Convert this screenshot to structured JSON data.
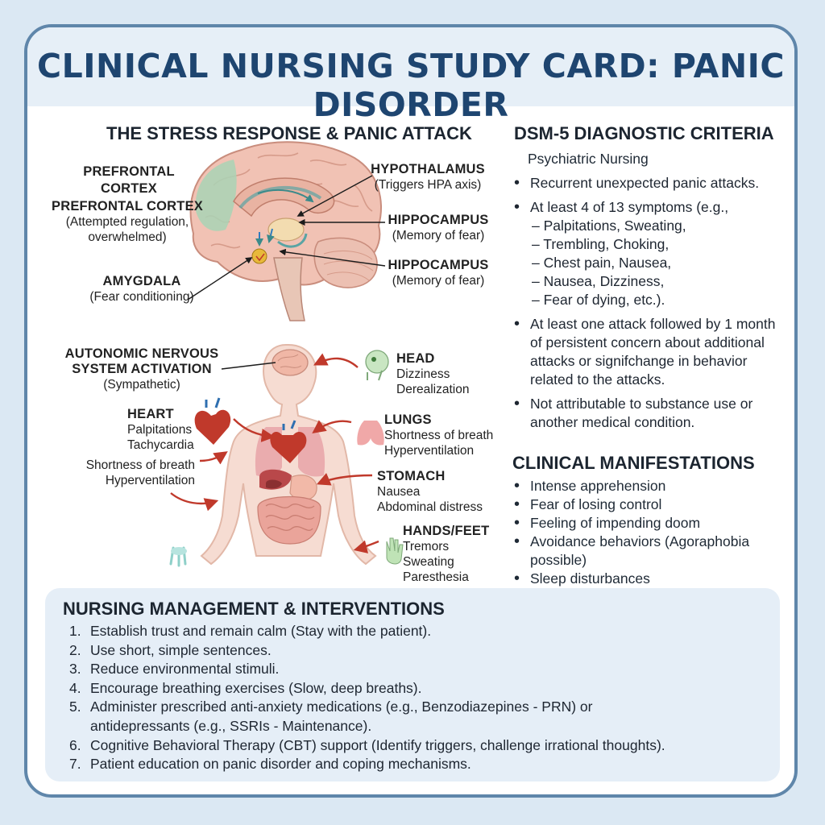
{
  "title": "CLINICAL NURSING STUDY CARD: PANIC DISORDER",
  "stress": {
    "heading": "THE STRESS RESPONSE & PANIC ATTACK",
    "prefrontal_a": "PREFRONTAL CORTEX",
    "prefrontal_b": "PREFRONTAL CORTEX",
    "prefrontal_note": "(Attempted regulation, overwhelmed)",
    "hypothalamus": "HYPOTHALAMUS",
    "hypothalamus_note": "(Triggers HPA axis)",
    "hippocampus_1": "HIPPOCAMPUS",
    "hippocampus_1_note": "(Memory of fear)",
    "hippocampus_2": "HIPPOCAMPUS",
    "hippocampus_2_note": "(Memory of fear)",
    "amygdala": "AMYGDALA",
    "amygdala_note": "(Fear conditioning)"
  },
  "body": {
    "ans": "AUTONOMIC NERVOUS SYSTEM ACTIVATION",
    "ans_note": "(Sympathetic)",
    "head": "HEAD",
    "head_items": [
      "Dizziness",
      "Derealization"
    ],
    "heart": "HEART",
    "heart_items": [
      "Palpitations",
      "Tachycardia"
    ],
    "left_items": [
      "Shortness of breath",
      "Hyperventilation"
    ],
    "lungs": "LUNGS",
    "lungs_items": [
      "Shortness of breath",
      "Hyperventilation"
    ],
    "stomach": "STOMACH",
    "stomach_items": [
      "Nausea",
      "Abdominal distress"
    ],
    "hands": "HANDS/FEET",
    "hands_items": [
      "Tremors",
      "Sweating",
      "Paresthesia"
    ]
  },
  "dsm": {
    "heading": "DSM-5 DIAGNOSTIC CRITERIA",
    "subtitle": "Psychiatric Nursing",
    "c1": "Recurrent unexpected panic attacks.",
    "c2": "At least 4 of 13 symptoms (e.g.,",
    "c2_sub": [
      "– Palpitations, Sweating,",
      "– Trembling, Choking,",
      "– Chest pain, Nausea,",
      "– Nausea, Dizziness,",
      "– Fear of dying, etc.)."
    ],
    "c3": "At least one attack followed by 1 month of persistent concern about additional attacks or signifchange in behavior related to the attacks.",
    "c4": "Not attributable to substance use or another medical condition."
  },
  "manifestations": {
    "heading": "CLINICAL MANIFESTATIONS",
    "items": [
      "Intense apprehension",
      "Fear of losing control",
      "Feeling of impending doom",
      "Avoidance behaviors (Agoraphobia possible)",
      "Sleep disturbances"
    ]
  },
  "nursing": {
    "heading": "NURSING MANAGEMENT & INTERVENTIONS",
    "items": [
      {
        "n": "1.",
        "t": "Establish trust and remain calm (Stay with the patient)."
      },
      {
        "n": "2.",
        "t": "Use short, simple sentences."
      },
      {
        "n": "3.",
        "t": "Reduce environmental stimuli."
      },
      {
        "n": "4.",
        "t": "Encourage breathing exercises (Slow, deep breaths)."
      },
      {
        "n": "5.",
        "t": "Administer prescribed anti-anxiety medications (e.g., Benzodiazepines - PRN) or antidepressants (e.g., SSRIs - Maintenance)."
      },
      {
        "n": "6.",
        "t": "Cognitive Behavioral Therapy (CBT) support (Identify triggers, challenge irrational thoughts)."
      },
      {
        "n": "7.",
        "t": "Patient education on panic disorder and coping mechanisms."
      }
    ]
  },
  "colors": {
    "title": "#1e4570",
    "frame": "#5f86aa",
    "arrow": "#c0392b",
    "brain": "#f1c2b4",
    "panel": "#e5eef7"
  }
}
